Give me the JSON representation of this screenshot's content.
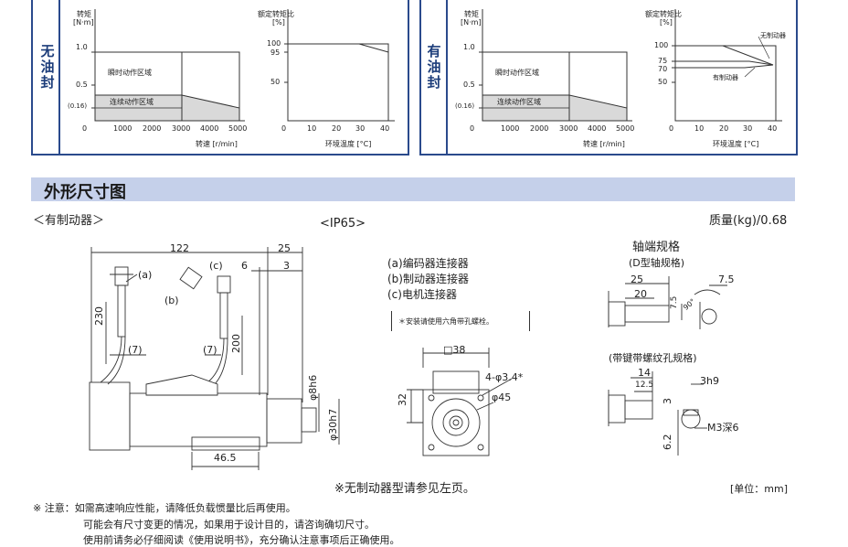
{
  "charts": {
    "left": {
      "seal_label": "无油封",
      "torque_axis": {
        "title": "转矩",
        "unit": "[N·m]",
        "ticks": [
          "1.0",
          "0.5",
          "(0.16)",
          "0"
        ]
      },
      "speed_axis": {
        "ticks": [
          "1000",
          "2000",
          "3000",
          "4000",
          "5000"
        ],
        "label": "转速 [r/min]"
      },
      "zones": {
        "instant": "瞬时动作区域",
        "continuous": "连续动作区域"
      },
      "ratio_axis": {
        "title": "额定转矩比",
        "unit": "[%]",
        "ticks": [
          "100",
          "95",
          "50"
        ]
      },
      "temp_axis": {
        "ticks": [
          "0",
          "10",
          "20",
          "30",
          "40"
        ],
        "label": "环境温度 [°C]"
      }
    },
    "right": {
      "seal_label": "有油封",
      "torque_axis": {
        "title": "转矩",
        "unit": "[N·m]",
        "ticks": [
          "1.0",
          "0.5",
          "(0.16)",
          "0"
        ]
      },
      "speed_axis": {
        "ticks": [
          "1000",
          "2000",
          "3000",
          "4000",
          "5000"
        ],
        "label": "转速 [r/min]"
      },
      "zones": {
        "instant": "瞬时动作区域",
        "continuous": "连续动作区域"
      },
      "ratio_axis": {
        "title": "额定转矩比",
        "unit": "[%]",
        "ticks": [
          "100",
          "75",
          "70",
          "50"
        ]
      },
      "temp_axis": {
        "ticks": [
          "0",
          "10",
          "20",
          "30",
          "40"
        ],
        "label": "环境温度 [°C]"
      },
      "curve_labels": {
        "no_brake": "无制动器",
        "with_brake": "有制动器"
      }
    }
  },
  "section": {
    "title": "外形尺寸图"
  },
  "drawing": {
    "variant": "＜有制动器＞",
    "protection": "<IP65>",
    "mass": "质量(kg)/0.68",
    "connector_legend": [
      "(a)编码器连接器",
      "(b)制动器连接器",
      "(c)电机连接器"
    ],
    "install_note": "＊安装请使用六角带孔螺栓。",
    "dims": {
      "len_122": "122",
      "len_25": "25",
      "len_6": "6",
      "len_3": "3",
      "cable_230": "230",
      "cable_200": "200",
      "seven_a": "(7)",
      "seven_b": "(7)",
      "shaft_d": "φ8h6",
      "pilot_d": "φ30h7",
      "len_46_5": "46.5",
      "a": "(a)",
      "b": "(b)",
      "c": "(c)"
    },
    "flange": {
      "square": "□38",
      "height": "32",
      "holes": "4-φ3.4*",
      "pcd": "φ45"
    },
    "shaft_spec": {
      "title": "轴端规格",
      "subtitle": "(D型轴规格)",
      "d25": "25",
      "d20": "20",
      "d7_5": "7.5",
      "d7_5v": "7.5",
      "angle": "90°"
    },
    "key_spec": {
      "title": "(带键带螺纹孔规格)",
      "d14": "14",
      "d12_5": "12.5",
      "h9": "3h9",
      "d3": "3",
      "d6_2": "6.2",
      "thread": "M3深6"
    },
    "no_brake_ref": "※无制动器型请参见左页。",
    "unit": "[单位：mm]"
  },
  "notes": [
    "※ 注意：如需高速响应性能，请降低负载惯量比后再使用。",
    "可能会有尺寸变更的情况，如果用于设计目的，请咨询确切尺寸。",
    "使用前请务必仔细阅读《使用说明书》，充分确认注意事项后正确使用。"
  ]
}
